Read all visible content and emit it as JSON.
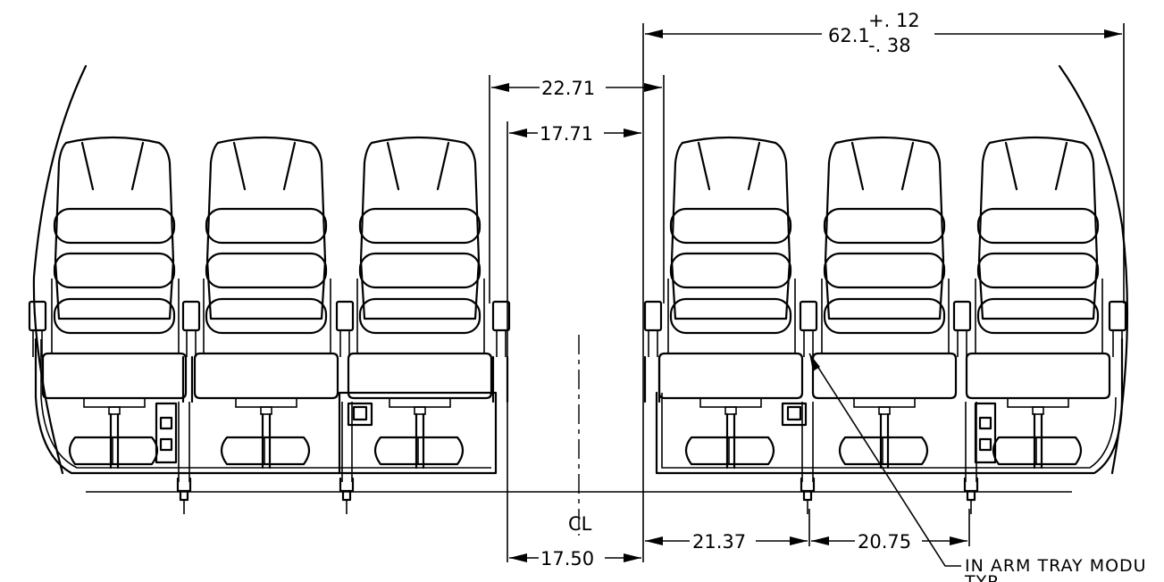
{
  "drawing": {
    "dimensions": {
      "overall_width": "62.1",
      "overall_tol_plus": "+. 12",
      "overall_tol_minus": "-. 38",
      "aisle_outer": "22.71",
      "aisle_inner": "17.71",
      "aisle_floor": "17.50",
      "seat_pitch_center": "21.37",
      "seat_pitch_window": "20.75"
    },
    "centerline_label": "CL",
    "note_line1": "IN ARM TRAY MODU",
    "note_line2": "TYP"
  }
}
